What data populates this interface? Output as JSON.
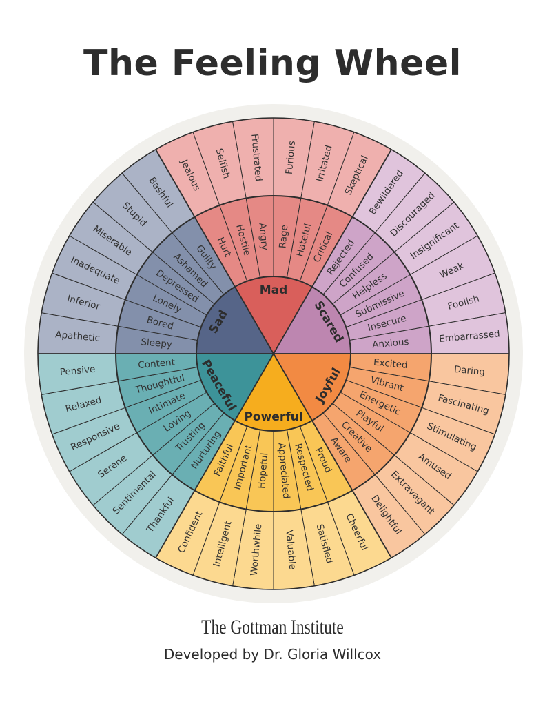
{
  "title": "The Feeling Wheel",
  "footer": {
    "organization": "The Gottman Institute",
    "credit": "Developed by Dr. Gloria Willcox"
  },
  "wheel": {
    "colors": {
      "ring": "#f1f0ec",
      "stroke": "#2e2e2e"
    },
    "groups": [
      {
        "core": "Mad",
        "colors": [
          "#d95f5b",
          "#e58985",
          "#efb0ae"
        ],
        "middle": [
          "Hurt",
          "Hostile",
          "Angry",
          "Rage",
          "Hateful",
          "Critical"
        ],
        "outer": [
          "Jealous",
          "Selfish",
          "Frustrated",
          "Furious",
          "Irritated",
          "Skeptical"
        ]
      },
      {
        "core": "Scared",
        "colors": [
          "#bd86b0",
          "#cea4c8",
          "#e0c4dc"
        ],
        "middle": [
          "Rejected",
          "Confused",
          "Helpless",
          "Submissive",
          "Insecure",
          "Anxious"
        ],
        "outer": [
          "Bewildered",
          "Discouraged",
          "Insignificant",
          "Weak",
          "Foolish",
          "Embarrassed"
        ]
      },
      {
        "core": "Joyful",
        "colors": [
          "#f28a43",
          "#f5a56e",
          "#f9c69f"
        ],
        "middle": [
          "Excited",
          "Vibrant",
          "Energetic",
          "Playful",
          "Creative",
          "Aware"
        ],
        "outer": [
          "Daring",
          "Fascinating",
          "Stimulating",
          "Amused",
          "Extravagant",
          "Delightful"
        ]
      },
      {
        "core": "Powerful",
        "colors": [
          "#f6ad1e",
          "#f9c656",
          "#fcd990"
        ],
        "middle": [
          "Proud",
          "Respected",
          "Appreciated",
          "Hopeful",
          "Important",
          "Faithful"
        ],
        "outer": [
          "Cheerful",
          "Satisfied",
          "Valuable",
          "Worthwhile",
          "Intelligent",
          "Confident"
        ]
      },
      {
        "core": "Peaceful",
        "colors": [
          "#3d9399",
          "#6aafb3",
          "#a0cccf"
        ],
        "middle": [
          "Nurturing",
          "Trusting",
          "Loving",
          "Intimate",
          "Thoughtful",
          "Content"
        ],
        "outer": [
          "Thankful",
          "Sentimental",
          "Serene",
          "Responsive",
          "Relaxed",
          "Pensive"
        ]
      },
      {
        "core": "Sad",
        "colors": [
          "#566588",
          "#8390ab",
          "#abb3c6"
        ],
        "middle": [
          "Sleepy",
          "Bored",
          "Lonely",
          "Depressed",
          "Ashamed",
          "Guilty"
        ],
        "outer": [
          "Apathetic",
          "Inferior",
          "Inadequate",
          "Miserable",
          "Stupid",
          "Bashful"
        ]
      }
    ]
  }
}
